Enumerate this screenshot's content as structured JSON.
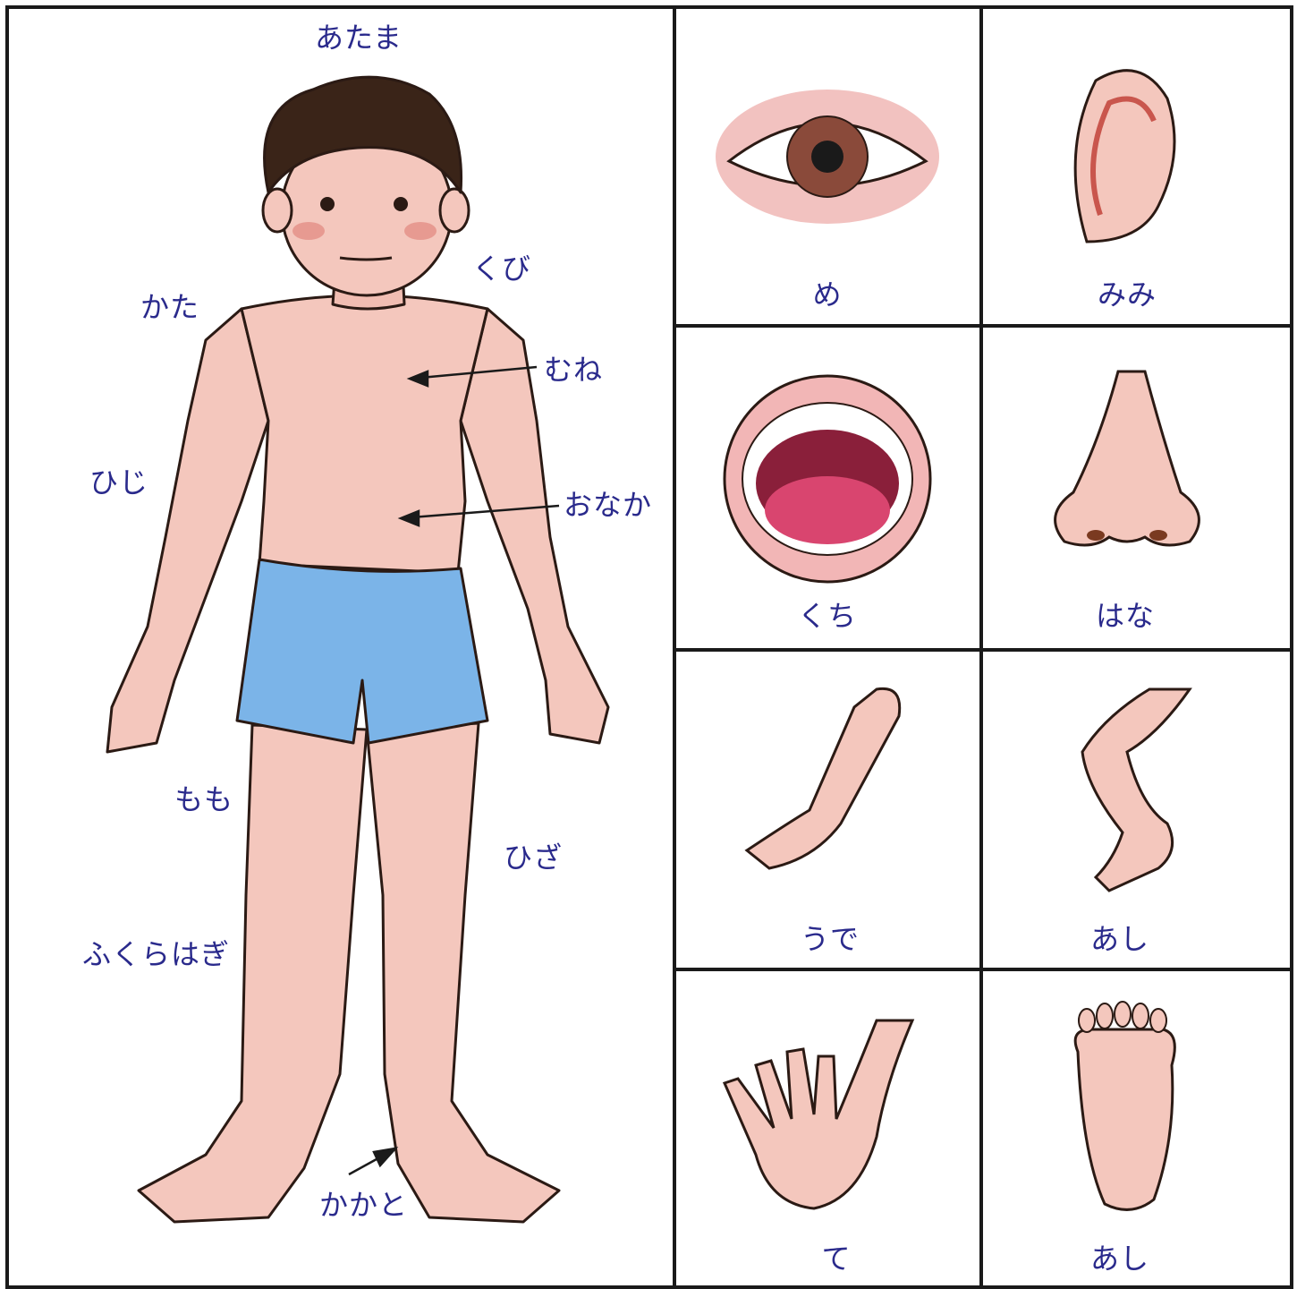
{
  "body_labels": {
    "atama": "あたま",
    "kubi": "くび",
    "kata": "かた",
    "mune": "むね",
    "hiji": "ひじ",
    "onaka": "おなか",
    "momo": "もも",
    "hiza": "ひざ",
    "fukurahagi": "ふくらはぎ",
    "kakato": "かかと"
  },
  "cells": [
    {
      "label": "め",
      "icon": "eye-icon"
    },
    {
      "label": "みみ",
      "icon": "ear-icon"
    },
    {
      "label": "くち",
      "icon": "mouth-icon"
    },
    {
      "label": "はな",
      "icon": "nose-icon"
    },
    {
      "label": "うで",
      "icon": "arm-icon"
    },
    {
      "label": "あし",
      "icon": "leg-icon"
    },
    {
      "label": "て",
      "icon": "hand-icon"
    },
    {
      "label": "あし",
      "icon": "foot-icon"
    }
  ],
  "colors": {
    "label_text": "#2a2a8c",
    "skin": "#f4c7bd",
    "skin_shadow": "#e79a91",
    "hair": "#3a2418",
    "shorts": "#7bb4e8",
    "frame": "#1a1a1a"
  }
}
